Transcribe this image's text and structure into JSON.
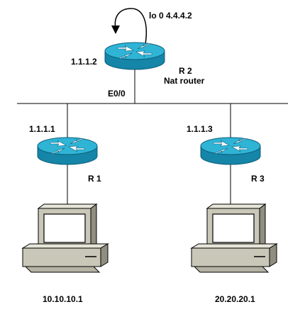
{
  "loopback": {
    "label": "lo 0  4.4.4.2"
  },
  "routers": {
    "r2": {
      "name": "R 2",
      "role": "Nat router",
      "ip": "1.1.1.2",
      "interface": "E0/0"
    },
    "r1": {
      "name": "R 1",
      "ip": "1.1.1.1"
    },
    "r3": {
      "name": "R 3",
      "ip": "1.1.1.3"
    }
  },
  "hosts": {
    "left": {
      "ip": "10.10.10.1"
    },
    "right": {
      "ip": "20.20.20.1"
    }
  },
  "colors": {
    "router_top": "#2fb4d6",
    "router_side": "#1585a8",
    "router_dark": "#0d5f7a",
    "pc_body": "#c9c8b8",
    "pc_shadow": "#8f8e80",
    "line": "#000000"
  },
  "icons": {
    "router": "router-icon",
    "pc": "workstation-icon",
    "loopback": "loopback-arrow-icon"
  }
}
